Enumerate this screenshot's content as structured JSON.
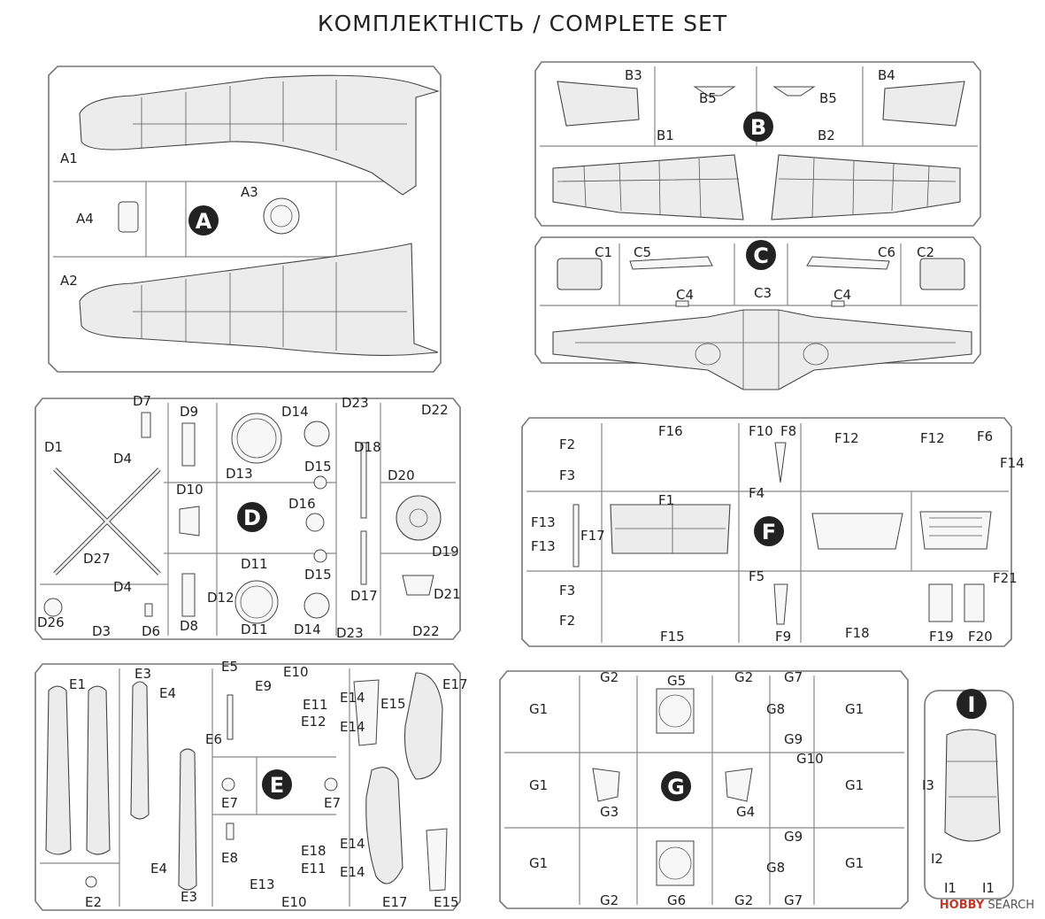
{
  "title": "КОМПЛЕКТНІСТЬ / COMPLETE SET",
  "sprues": {
    "A": {
      "letter": "A",
      "labels": [
        "A1",
        "A2",
        "A3",
        "A4"
      ]
    },
    "B": {
      "letter": "B",
      "labels": [
        "B1",
        "B2",
        "B3",
        "B4",
        "B5",
        "B5"
      ]
    },
    "C": {
      "letter": "C",
      "labels": [
        "C1",
        "C2",
        "C3",
        "C4",
        "C4",
        "C5",
        "C6"
      ]
    },
    "D": {
      "letter": "D",
      "labels": [
        "D1",
        "D3",
        "D4",
        "D4",
        "D6",
        "D7",
        "D8",
        "D9",
        "D10",
        "D11",
        "D11",
        "D12",
        "D13",
        "D14",
        "D14",
        "D15",
        "D15",
        "D16",
        "D17",
        "D18",
        "D19",
        "D20",
        "D21",
        "D22",
        "D22",
        "D23",
        "D23",
        "D26",
        "D27"
      ]
    },
    "E": {
      "letter": "E",
      "labels": [
        "E1",
        "E2",
        "E3",
        "E3",
        "E4",
        "E4",
        "E5",
        "E6",
        "E7",
        "E7",
        "E8",
        "E9",
        "E10",
        "E10",
        "E11",
        "E11",
        "E12",
        "E13",
        "E14",
        "E14",
        "E14",
        "E14",
        "E15",
        "E15",
        "E17",
        "E17",
        "E18"
      ]
    },
    "F": {
      "letter": "F",
      "labels": [
        "F1",
        "F2",
        "F2",
        "F3",
        "F3",
        "F4",
        "F5",
        "F6",
        "F8",
        "F9",
        "F10",
        "F12",
        "F12",
        "F13",
        "F13",
        "F14",
        "F15",
        "F16",
        "F17",
        "F18",
        "F19",
        "F20",
        "F21"
      ]
    },
    "G": {
      "letter": "G",
      "labels": [
        "G1",
        "G1",
        "G1",
        "G1",
        "G1",
        "G1",
        "G2",
        "G2",
        "G2",
        "G2",
        "G3",
        "G4",
        "G5",
        "G6",
        "G7",
        "G7",
        "G8",
        "G8",
        "G9",
        "G9",
        "G10"
      ]
    },
    "I": {
      "letter": "I",
      "labels": [
        "I1",
        "I1",
        "I2",
        "I3"
      ]
    }
  },
  "watermark": {
    "brand": "HOBBY",
    "suffix": "SEARCH"
  }
}
